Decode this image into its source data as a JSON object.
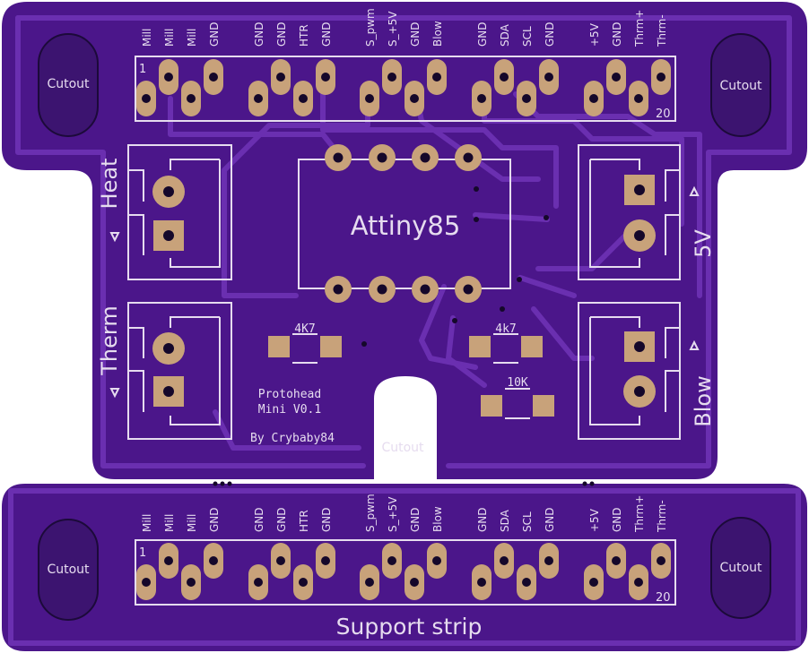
{
  "board": {
    "colors": {
      "substrate": "#4b168a",
      "copper": "#6a2fb0",
      "silk": "#e6dcef",
      "pad": "#c8a27a"
    }
  },
  "header": {
    "pin_labels": [
      "Mill",
      "Mill",
      "Mill",
      "GND",
      "GND",
      "GND",
      "HTR",
      "GND",
      "S_pwm",
      "S_+5V",
      "GND",
      "Blow",
      "GND",
      "SDA",
      "SCL",
      "GND",
      "+5V",
      "GND",
      "Thrm+",
      "Thrm-"
    ],
    "pin_first": "1",
    "pin_last": "20"
  },
  "cutouts": {
    "top_left": "Cutout",
    "top_right": "Cutout",
    "center": "Cutout",
    "bottom_left": "Cutout",
    "bottom_right": "Cutout"
  },
  "connectors": {
    "heat": "Heat",
    "therm": "Therm",
    "five_v": "5V",
    "blow": "Blow"
  },
  "chip": {
    "label": "Attiny85"
  },
  "resistors": {
    "r1": "4K7",
    "r2": "4k7",
    "r3": "10K"
  },
  "info": {
    "line1": "Protohead",
    "line2": "Mini V0.1",
    "author": "By Crybaby84"
  },
  "strip": {
    "label": "Support strip"
  }
}
